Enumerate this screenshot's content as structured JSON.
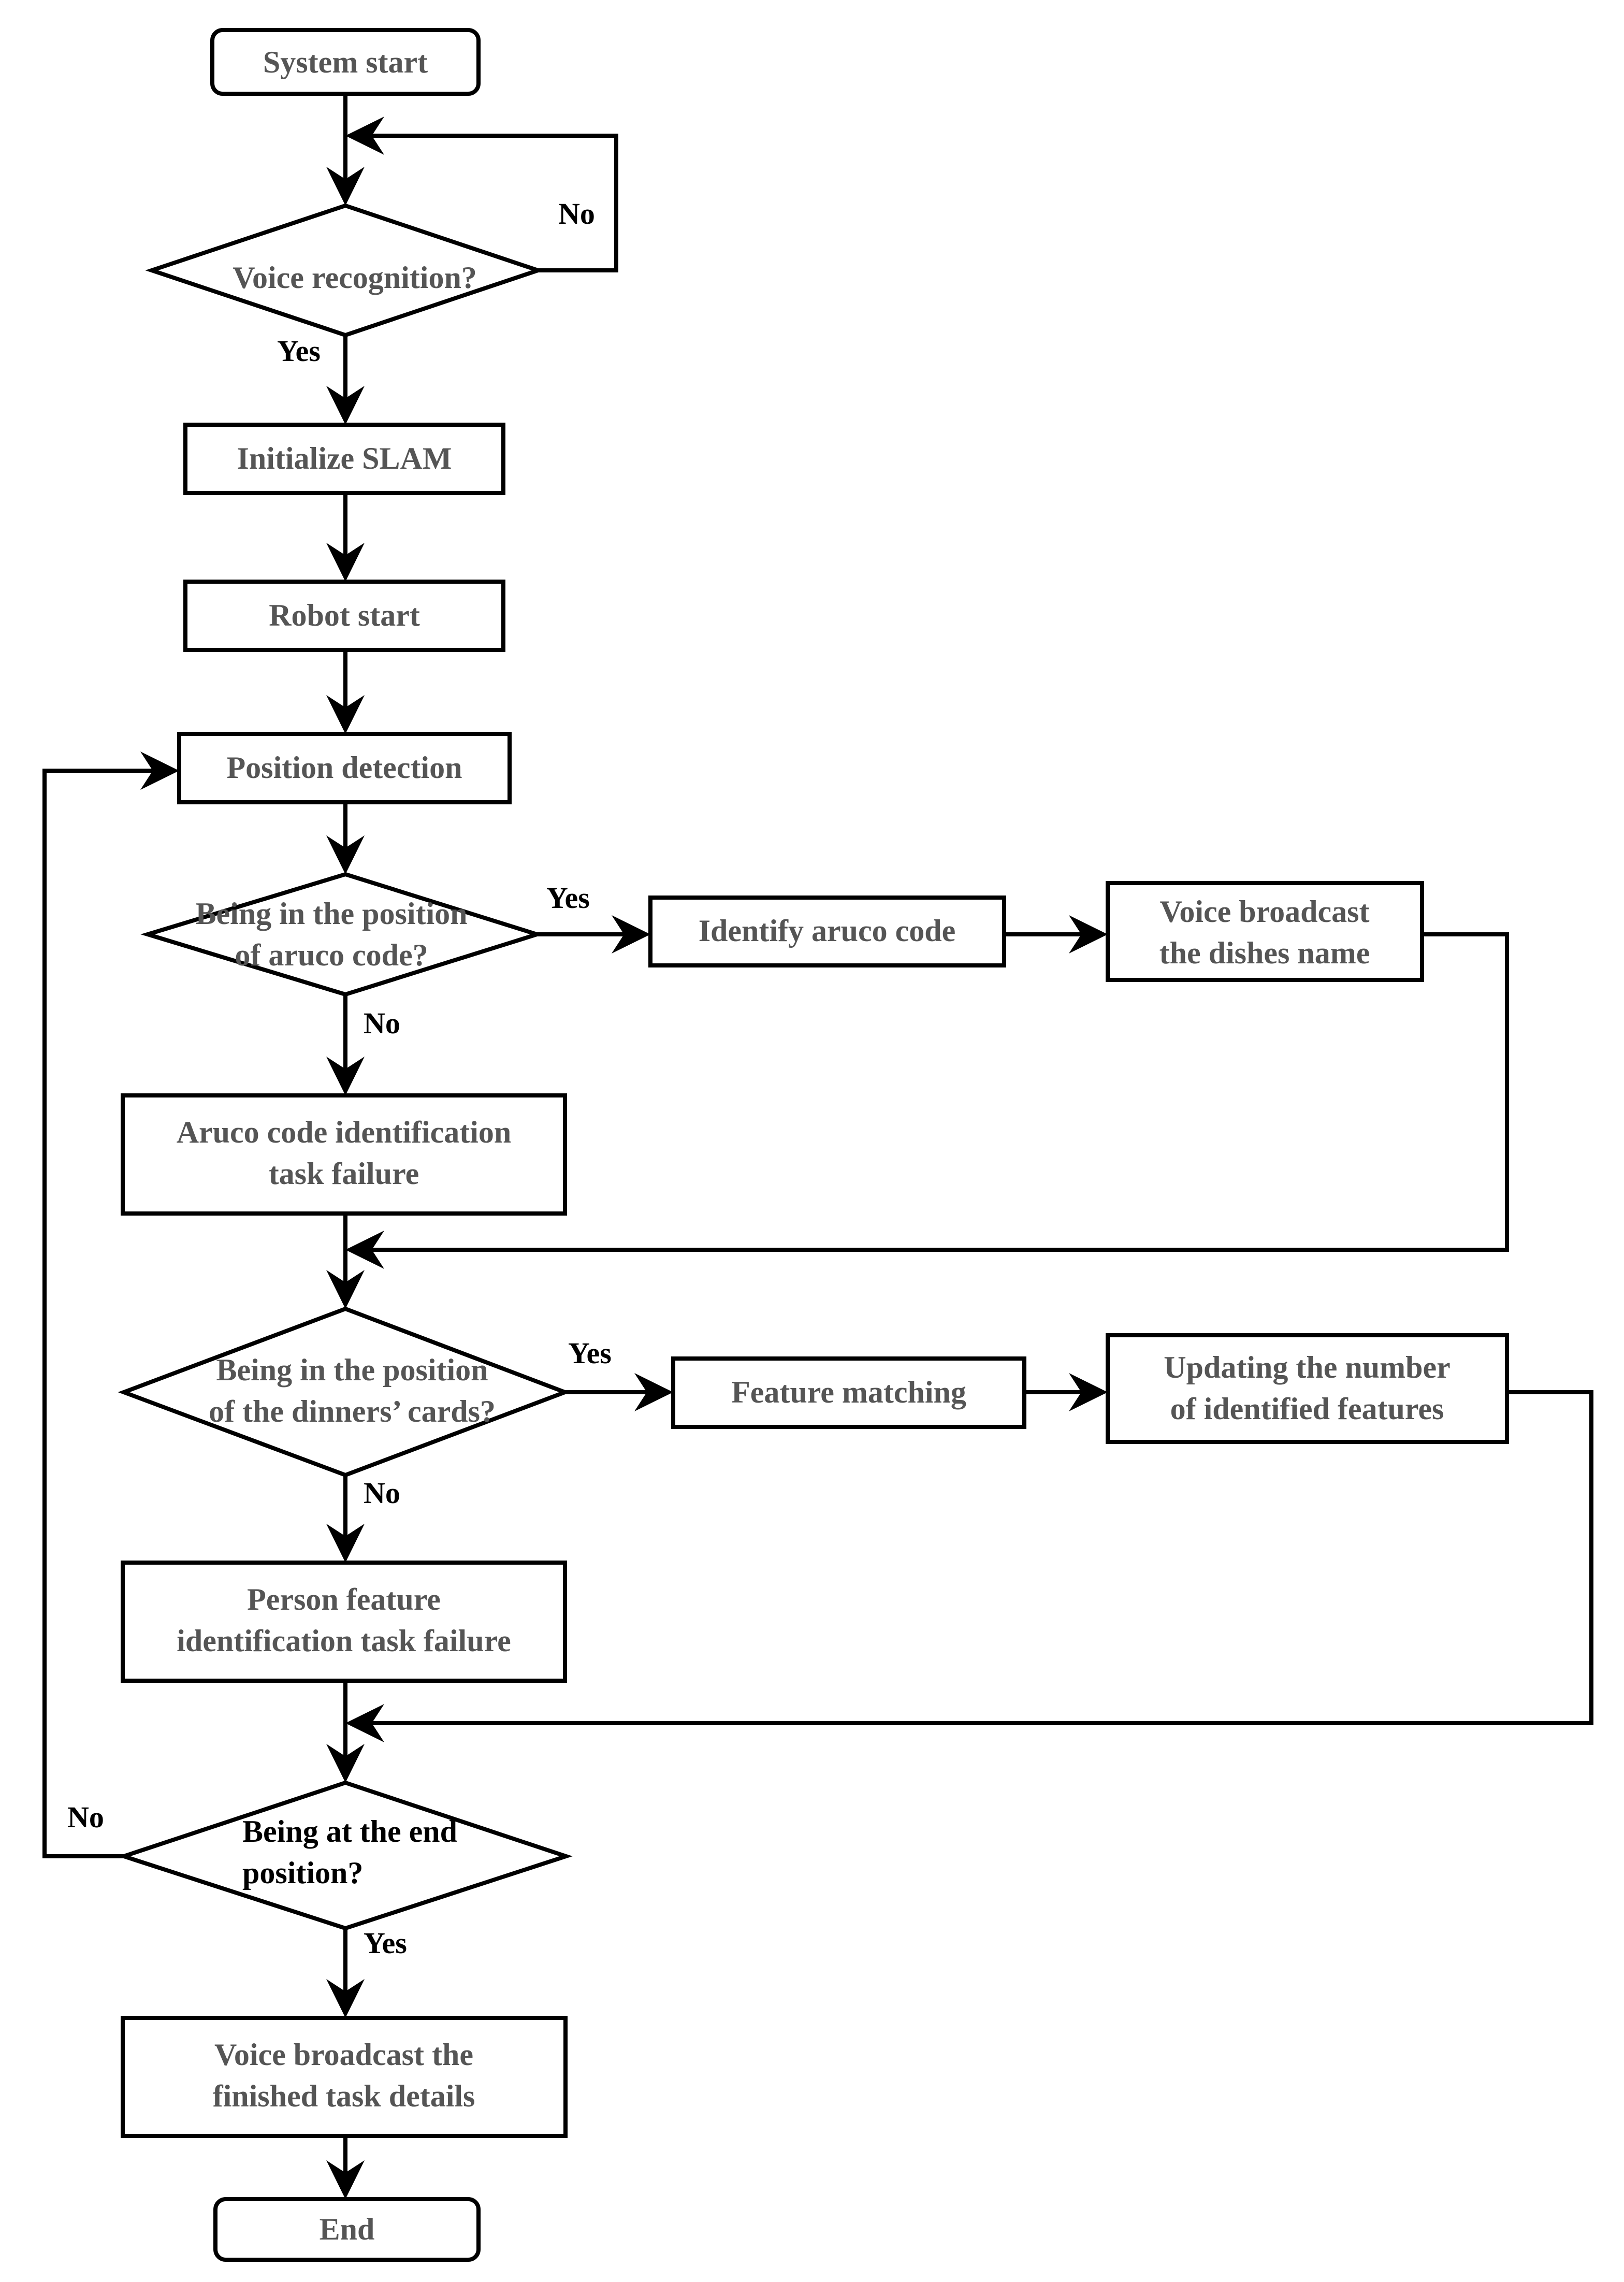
{
  "colors": {
    "stroke": "#000000",
    "node_text": "#555555",
    "branch_text": "#000000",
    "background": "#ffffff"
  },
  "nodes": {
    "system_start": {
      "label": "System start"
    },
    "voice_recognition": {
      "label": "Voice recognition?"
    },
    "initialize_slam": {
      "label": "Initialize SLAM"
    },
    "robot_start": {
      "label": "Robot start"
    },
    "position_detection": {
      "label": "Position detection"
    },
    "aruco_position_decision": {
      "lines": [
        "Being in the position",
        "of aruco code?"
      ]
    },
    "identify_aruco": {
      "label": "Identify aruco code"
    },
    "voice_dishes": {
      "lines": [
        "Voice broadcast",
        "the dishes name"
      ]
    },
    "aruco_failure": {
      "lines": [
        "Aruco code identification",
        "task failure"
      ]
    },
    "cards_position_decision": {
      "lines": [
        "Being in the position",
        "of the dinners’ cards?"
      ]
    },
    "feature_matching": {
      "label": "Feature matching"
    },
    "update_features": {
      "lines": [
        "Updating the number",
        "of identified features"
      ]
    },
    "person_failure": {
      "lines": [
        "Person feature",
        "identification task failure"
      ]
    },
    "end_position_decision": {
      "lines": [
        "Being at the end",
        "position?"
      ]
    },
    "voice_finished": {
      "lines": [
        "Voice broadcast the",
        "finished task details"
      ]
    },
    "end": {
      "label": "End"
    }
  },
  "branch_labels": {
    "voice_no": "No",
    "voice_yes": "Yes",
    "aruco_yes": "Yes",
    "aruco_no": "No",
    "cards_yes": "Yes",
    "cards_no": "No",
    "end_no": "No",
    "end_yes": "Yes"
  }
}
